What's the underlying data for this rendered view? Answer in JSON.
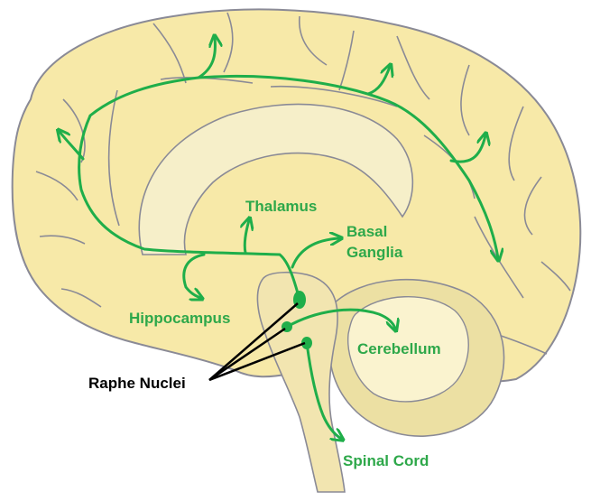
{
  "diagram": {
    "labels": {
      "thalamus": "Thalamus",
      "basal_ganglia_line1": "Basal",
      "basal_ganglia_line2": "Ganglia",
      "hippocampus": "Hippocampus",
      "cerebellum": "Cerebellum",
      "raphe_nuclei": "Raphe Nuclei",
      "spinal_cord": "Spinal Cord"
    },
    "colors": {
      "pathway": "#1fae4a",
      "label_text": "#2ea84a",
      "raphe_label": "#000000",
      "brain_fill": "#f7e9a8",
      "inner_fill": "#f6efc9",
      "cerebellum_fill": "#ece0a3",
      "outline": "#8a8a96"
    }
  }
}
